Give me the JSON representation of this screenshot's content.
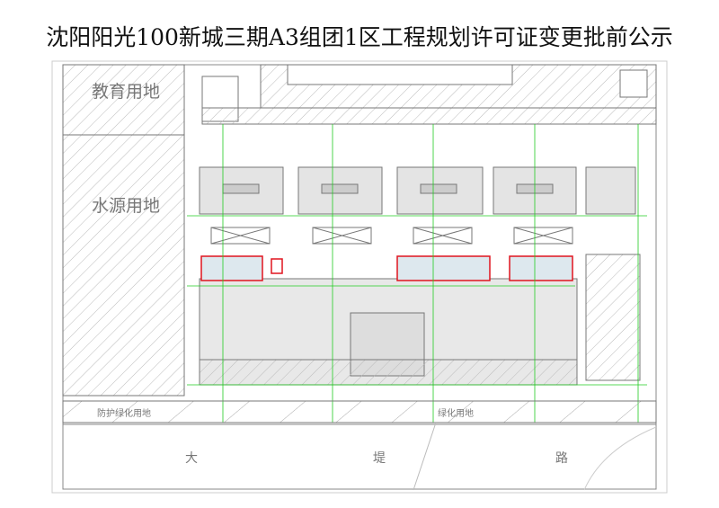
{
  "title": "沈阳阳光100新城三期A3组团1区工程规划许可证变更批前公示",
  "plan": {
    "labels": {
      "education_land": "教育用地",
      "water_source_land": "水源用地",
      "green_land_left": "防护绿化用地",
      "green_land": "绿化用地",
      "road_1": "大",
      "road_2": "堤",
      "road_3": "路"
    },
    "colors": {
      "highlight": "#e0141e",
      "dimension": "#22cc22",
      "line": "#666666"
    }
  }
}
